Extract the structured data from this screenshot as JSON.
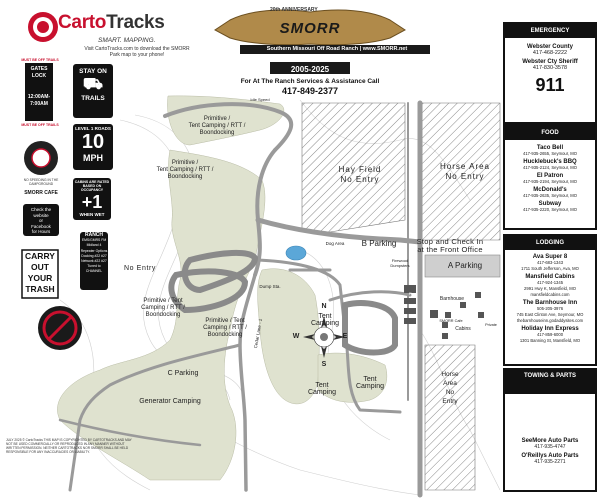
{
  "brand": {
    "name_red": "Carto",
    "name_dark": "Tracks",
    "tagline": "SMART. MAPPING.",
    "visit_text": "Visit CartoTracks.com to download the SMORR Park map to your phone!"
  },
  "header": {
    "anniversary": "20th ANNIVERSARY",
    "logo_text": "SMORR",
    "subtitle": "Southern Missouri Off Road Ranch",
    "website": "www.SMORR.net",
    "years": "2005-2025",
    "call_text": "For At The Ranch Services & Assistance Call",
    "call_phone": "417-849-2377"
  },
  "left_signs": {
    "gates_top": "MUST BE OFF TRAILS",
    "gates_title": "GATES LOCK",
    "gates_times": [
      "12:00AM-",
      "7:00AM"
    ],
    "gates_bottom": "MUST BE OFF TRAILS",
    "stay_top": "STAY ON",
    "stay_bottom": "TRAILS",
    "speed_top": "LEVEL 1 ROADS",
    "speed_value": "10",
    "speed_unit": "MPH",
    "speed_ring": "NO SPEEDING IN THE CAMPGROUND",
    "cafe_title": "SMORR CAFE",
    "cafe_text": [
      "Check the",
      "website",
      "or",
      "Facebook",
      "for Hours"
    ],
    "plus_side": "CABINS ARE RATED BASED ON OCCUPANCY",
    "plus_value": "+1",
    "plus_bottom": "WHEN WET",
    "ranch_title": "RANCH",
    "ranch_lines": [
      "EMS/GMRS FM",
      "Midland 4",
      "Repeater Options",
      "Docking #22 #27",
      "Network #22 #27",
      "Tuned to",
      "CHANNEL"
    ],
    "trash_lines": [
      "CARRY",
      "OUT",
      "YOUR",
      "TRASH"
    ]
  },
  "emergency": {
    "title": "EMERGENCY",
    "items": [
      {
        "name": "Webster County",
        "detail": "417-468-2222"
      },
      {
        "name": "Webster Cty Sheriff",
        "detail": "417-830-3578"
      }
    ],
    "big": "911"
  },
  "food": {
    "title": "FOOD",
    "items": [
      {
        "name": "Taco Bell",
        "detail": "417-935-2655, Seymour, MO"
      },
      {
        "name": "Hucklebuck's BBQ",
        "detail": "417-935-2124, Seymour, MO"
      },
      {
        "name": "El Patron",
        "detail": "417-935-2194, Seymour, MO"
      },
      {
        "name": "McDonald's",
        "detail": "417-935-2635, Seymour, MO"
      },
      {
        "name": "Subway",
        "detail": "417-935-2220, Seymour, MO"
      }
    ]
  },
  "lodging": {
    "title": "LODGING",
    "items": [
      {
        "name": "Ava Super 8",
        "detail": "417-683-1343",
        "extra": "1711 South Jefferson, Ava, MO"
      },
      {
        "name": "Mansfield Cabins",
        "detail": "417-924-1345",
        "extra": "2991 Hwy K, Mansfield, MO"
      },
      {
        "name": "The Barnhouse Inn",
        "detail": "505-205-3976",
        "extra": "745 East Clinton Ave, Seymour, MO"
      },
      {
        "name": "Holiday Inn Express",
        "detail": "417-859-6000",
        "extra": "1301 Banning St, Mansfield, MO"
      }
    ],
    "site": "thebarnhouseinn.godaddysites.com",
    "site2": "mansfieldcabins.com"
  },
  "towing": {
    "title": "TOWING & PARTS",
    "items": [
      {
        "name": "SeeMore Auto Parts",
        "detail": "417-935-4747"
      },
      {
        "name": "O'Reillys Auto Parts",
        "detail": "417-935-2271"
      }
    ]
  },
  "map_labels": {
    "primitive1": [
      "Primitive /",
      "Tent Camping / RTT / Boondocking"
    ],
    "primitive2": [
      "Primitive /",
      "Tent Camping / RTT / Boondocking"
    ],
    "primitive3": [
      "Primitive / Tent",
      "Camping / RTT /",
      "Boondocking"
    ],
    "primitive4": [
      "Primitive / Tent",
      "Camping / RTT /",
      "Boondocking"
    ],
    "hay_field": "Hay Field",
    "no_entry": "No Entry",
    "horse_area": "Horse Area",
    "horse_area_lower": [
      "Horse",
      "Area",
      "No",
      "Entry"
    ],
    "b_parking": "B Parking",
    "a_parking": "A Parking",
    "c_parking": "C Parking",
    "stop_check": [
      "Stop and Check In",
      "at the Front Office"
    ],
    "tent_camping1": [
      "Tent",
      "Camping"
    ],
    "tent_camping2": [
      "Tent",
      "Camping"
    ],
    "tent_camping3": [
      "Tent",
      "Camping"
    ],
    "generator": "Generator Camping",
    "cedar_lane": "Cedar Lane - 1",
    "idle_speed": "Idle Speed",
    "dog_area": "Dog Area",
    "dump": "Dump Sta.",
    "firewood": [
      "Firewood",
      "Dumpsters"
    ],
    "barnhouse": "Barnhouse",
    "cabins": "Cabins",
    "private": "Private",
    "smorr_cafe": "SMORR Cafe",
    "fire": "Fire",
    "compass": {
      "n": "N",
      "s": "S",
      "e": "E",
      "w": "W"
    }
  },
  "copyright": "JULY 2025 © CartoTracks THIS MAP IS COPYRIGHTED BY CARTOTRACKS AND MAY NOT BE USED COMMERCIALLY OR REPRODUCED IN ANY MANNER WITHOUT WRITTEN PERMISSION. NEITHER CARTOTRACKS NOR SMORR SHALL BE HELD RESPONSIBLE FOR ANY INACCURACIES OR LIABILITY.",
  "colors": {
    "brand_red": "#c8102e",
    "camp_fill": "#dfe2cf",
    "road": "#9a9a9a",
    "hatch": "#777777",
    "water": "#5ba7d8"
  }
}
